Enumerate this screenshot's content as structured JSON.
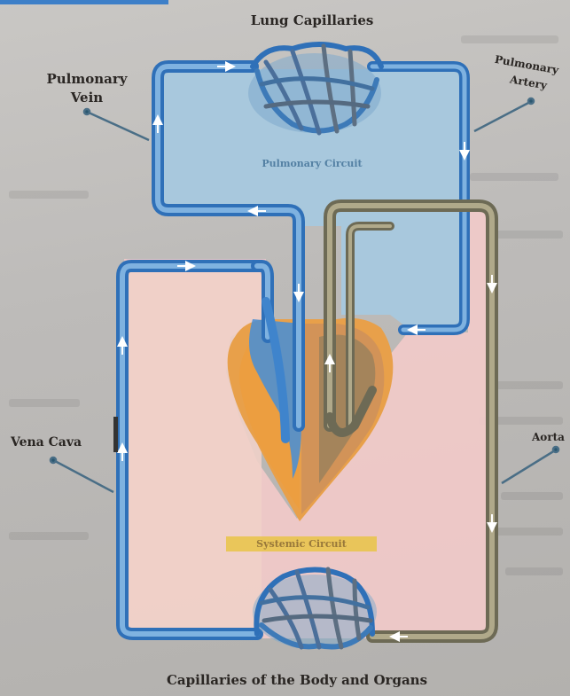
{
  "labels": {
    "lung_capillaries": "Lung Capillaries",
    "pulmonary_vein_line1": "Pulmonary",
    "pulmonary_vein_line2": "Vein",
    "pulmonary_artery_line1": "Pulmonary",
    "pulmonary_artery_line2": "Artery",
    "pulmonary_circuit": "Pulmonary Circuit",
    "vena_cava": "Vena Cava",
    "aorta": "Aorta",
    "systemic_circuit": "Systemic Circuit",
    "body_capillaries": "Capillaries of the Body and Organs"
  },
  "colors": {
    "deoxygenated": "#4f8fd0",
    "oxygenated": "#8c7c5e",
    "pulmonary_region": "#a7c8de",
    "systemic_region": "#efc9c8",
    "heart": "#e8a04a"
  }
}
